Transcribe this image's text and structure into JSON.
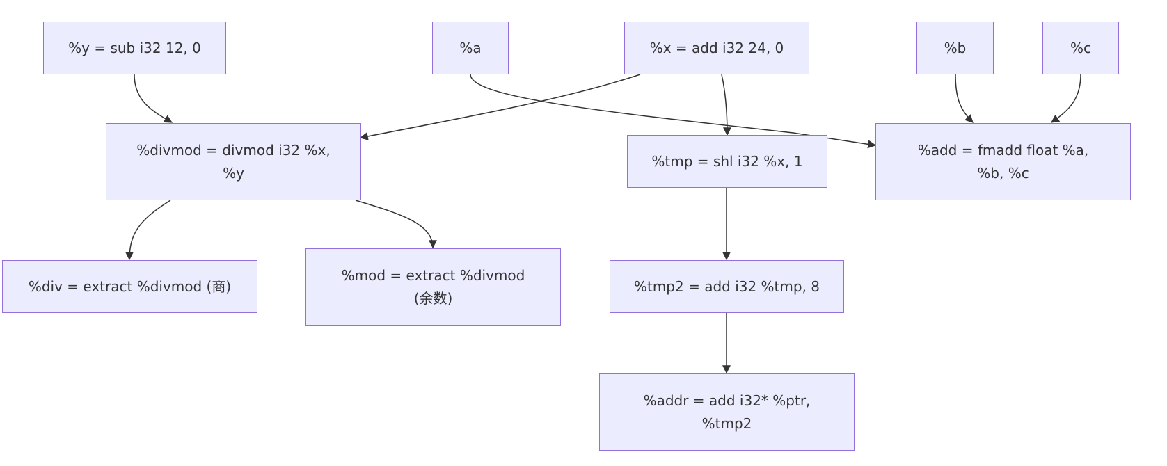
{
  "colors": {
    "node_fill": "#ececff",
    "node_border": "#9370db",
    "edge": "#333333",
    "text": "#333333"
  },
  "nodes": [
    {
      "id": "y",
      "label": "%y = sub i32 12, 0"
    },
    {
      "id": "a",
      "label": "%a"
    },
    {
      "id": "x",
      "label": "%x = add i32 24, 0"
    },
    {
      "id": "b",
      "label": "%b"
    },
    {
      "id": "c",
      "label": "%c"
    },
    {
      "id": "divmod",
      "label": "%divmod = divmod i32 %x,\n%y"
    },
    {
      "id": "tmp",
      "label": "%tmp = shl i32 %x, 1"
    },
    {
      "id": "add",
      "label": "%add = fmadd float %a,\n%b, %c"
    },
    {
      "id": "div",
      "label": "%div = extract %divmod (商)"
    },
    {
      "id": "mod",
      "label": "%mod = extract %divmod\n(余数)"
    },
    {
      "id": "tmp2",
      "label": "%tmp2 = add i32 %tmp, 8"
    },
    {
      "id": "addr",
      "label": "%addr = add i32* %ptr,\n%tmp2"
    }
  ],
  "edges": [
    {
      "from": "y",
      "to": "divmod"
    },
    {
      "from": "x",
      "to": "divmod"
    },
    {
      "from": "a",
      "to": "add"
    },
    {
      "from": "x",
      "to": "tmp"
    },
    {
      "from": "b",
      "to": "add"
    },
    {
      "from": "c",
      "to": "add"
    },
    {
      "from": "divmod",
      "to": "div"
    },
    {
      "from": "divmod",
      "to": "mod"
    },
    {
      "from": "tmp",
      "to": "tmp2"
    },
    {
      "from": "tmp2",
      "to": "addr"
    }
  ]
}
